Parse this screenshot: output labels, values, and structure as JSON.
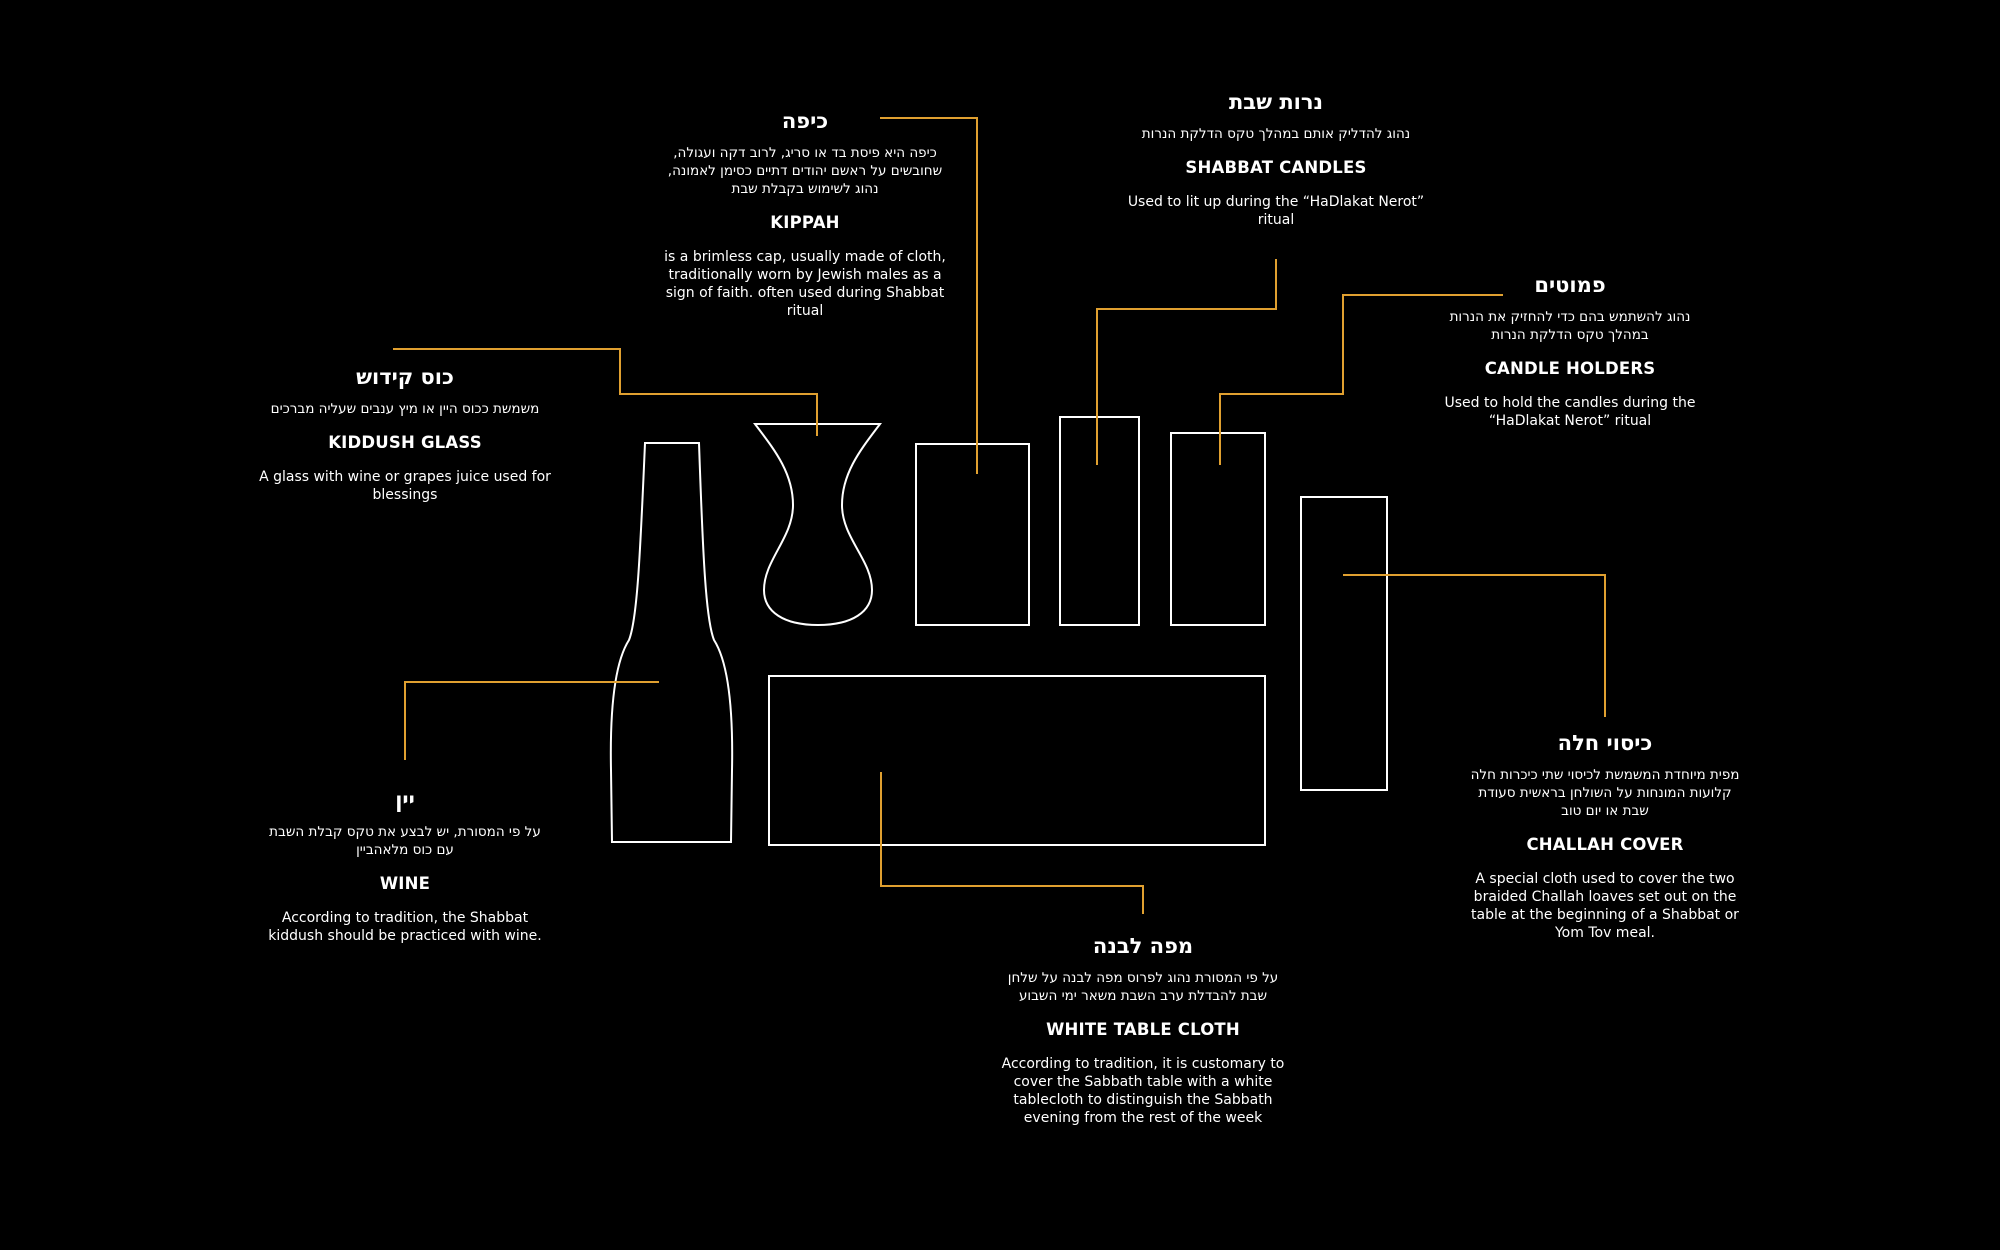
{
  "colors": {
    "background": "#000000",
    "outline": "#ffffff",
    "connector": "#e0a030"
  },
  "items": {
    "kippah": {
      "heb_title": "כיפה",
      "heb_desc": [
        "כיפה היא פיסת בד או סריג, לרוב דקה ועגולה,",
        "שחובשים על ראשם יהודים דתיים כסימן לאמונה,",
        "נהוג לשימוש בקבלת שבת"
      ],
      "en_title": "KIPPAH",
      "en_desc": [
        "is a brimless cap, usually made of cloth,",
        "traditionally worn by Jewish males as a",
        "sign of faith. often used during Shabbat",
        "ritual"
      ]
    },
    "candles": {
      "heb_title": "נרות שבת",
      "heb_desc": [
        "נהוג להדליק אותם במהלך טקס הדלקת הנרות"
      ],
      "en_title": "SHABBAT CANDLES",
      "en_desc": [
        "Used to lit up during the “HaDlakat Nerot”",
        "ritual"
      ]
    },
    "holders": {
      "heb_title": "פמוטים",
      "heb_desc": [
        "נהוג להשתמש בהם כדי להחזיק את הנרות",
        "במהלך טקס הדלקת הנרות"
      ],
      "en_title": "CANDLE HOLDERS",
      "en_desc": [
        "Used to hold the candles during the",
        "“HaDlakat Nerot” ritual"
      ]
    },
    "kiddush": {
      "heb_title": "כוס קידוש",
      "heb_desc": [
        "משמשת ככוס היין או מיץ ענבים שעליה מברכים"
      ],
      "en_title": "KIDDUSH GLASS",
      "en_desc": [
        "A glass with wine or grapes juice used for",
        "blessings"
      ]
    },
    "wine": {
      "heb_title": "יין",
      "heb_desc": [
        "על פי המסורת, יש לבצע את טקס קבלת השבת",
        "עם כוס מלאהביין"
      ],
      "en_title": "WINE",
      "en_desc": [
        "According to tradition, the Shabbat",
        "kiddush should be practiced with wine."
      ]
    },
    "tablecloth": {
      "heb_title": "מפה לבנה",
      "heb_desc": [
        "על פי המסורת נהוג לפרוס מפה לבנה על שלחן",
        "שבת להבדלת ערב השבת משאר ימי השבוע"
      ],
      "en_title": "WHITE TABLE CLOTH",
      "en_desc": [
        "According to tradition, it is customary to",
        "cover the Sabbath table with a white",
        "tablecloth to distinguish the Sabbath",
        "evening from the rest of the week"
      ]
    },
    "challah": {
      "heb_title": "כיסוי חלה",
      "heb_desc": [
        "מפית מיוחדת המשמשת לכיסוי שתי כיכרות חלה",
        "קלועות המונחות על השולחן בראשית סעודת",
        "שבת או יום טוב"
      ],
      "en_title": "CHALLAH COVER",
      "en_desc": [
        "A special cloth used to cover the two",
        "braided Challah loaves set out on the",
        "table at the beginning of a Shabbat or",
        "Yom Tov meal."
      ]
    }
  }
}
